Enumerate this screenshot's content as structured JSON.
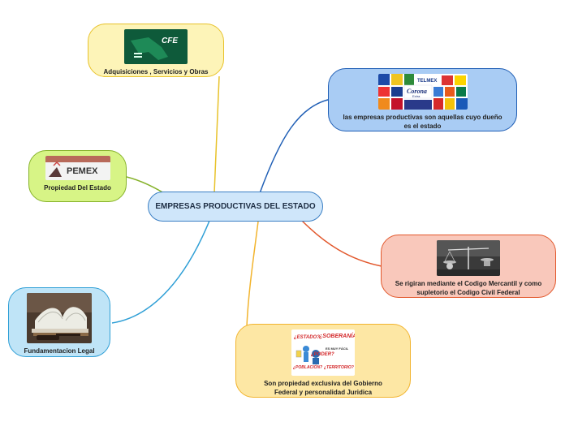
{
  "center": {
    "title": "EMPRESAS PRODUCTIVAS DEL ESTADO"
  },
  "nodes": [
    {
      "id": "adquisiciones",
      "label": "Adquisiciones , Servicios y Obras",
      "fill": "#fdf4b8",
      "stroke": "#e8c22a",
      "line": "#e8c22a",
      "image_text": "CFE"
    },
    {
      "id": "propiedad",
      "label": "Propiedad Del Estado",
      "fill": "#d7f486",
      "stroke": "#86b22a",
      "line": "#86b22a",
      "image_text": "PEMEX"
    },
    {
      "id": "fundamentacion",
      "label": "Fundamentacion Legal",
      "fill": "#bfe4f7",
      "stroke": "#2f9fd6",
      "line": "#2f9fd6"
    },
    {
      "id": "empresas",
      "label": "las empresas productivas son aquellas cuyo dueño es el estado",
      "fill": "#a9ccf4",
      "stroke": "#1f5eb5",
      "line": "#1f5eb5",
      "image_text": [
        "TELMEX",
        "Corona",
        "Extra"
      ]
    },
    {
      "id": "codigo",
      "label": "Se rigiran mediante el Codigo Mercantil y como supletorio el Codigo Civil Federal",
      "fill": "#f9c8bb",
      "stroke": "#e2572b",
      "line": "#e2572b"
    },
    {
      "id": "gobierno",
      "label": "Son propiedad exclusiva del Gobierno Federal y personalidad Juridica",
      "fill": "#fde7a4",
      "stroke": "#f2b42e",
      "line": "#f2b42e",
      "image_text": [
        "¿ESTADO?",
        "¿SOBERANÍA?",
        "¿PODER?",
        "¿POBLACIÓN?",
        "¿TERRITORIO?",
        "ES MUY FÁCIL"
      ]
    }
  ]
}
